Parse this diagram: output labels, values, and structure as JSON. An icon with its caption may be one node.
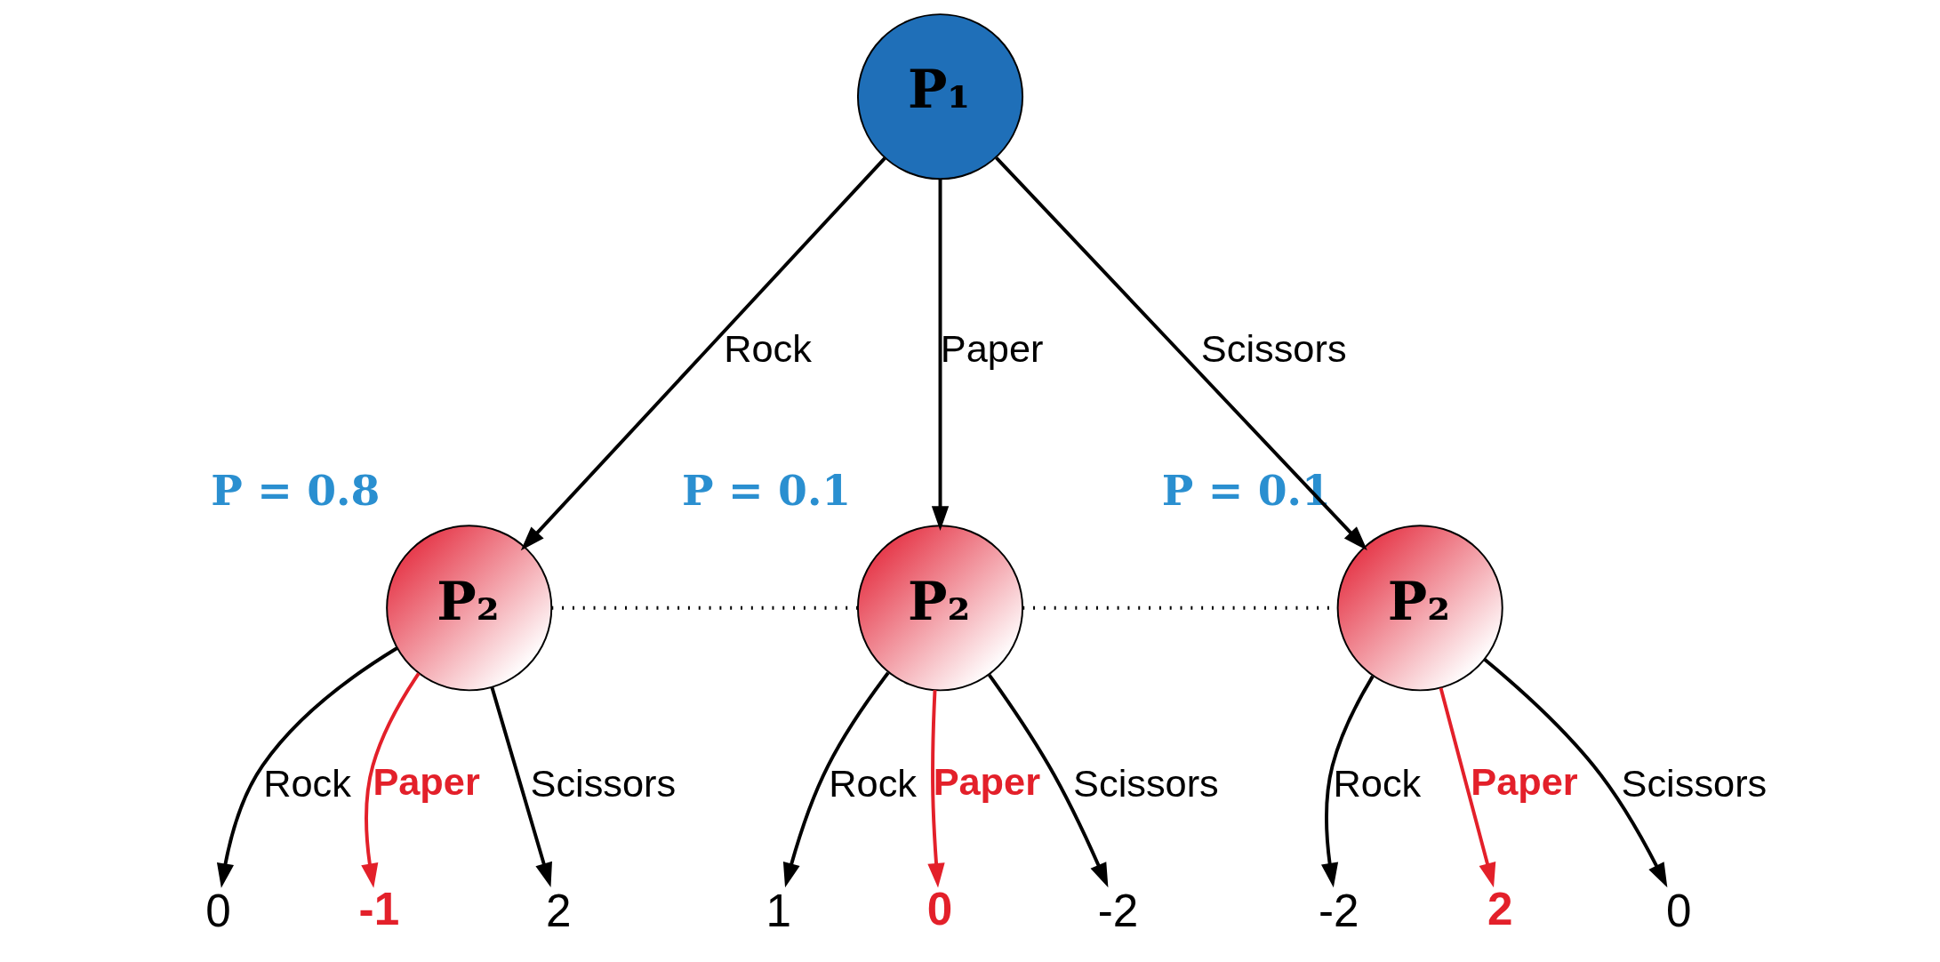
{
  "diagram": {
    "nodes": [
      {
        "text": [
          "P₁"
        ]
      },
      {
        "text": [
          "P₂"
        ],
        "beside": [
          "P = 0.8"
        ]
      },
      {
        "text": [
          "P₂"
        ],
        "beside": [
          "P = 0.1"
        ]
      },
      {
        "text": [
          "P₂"
        ],
        "beside": [
          "P = 0.1"
        ]
      },
      {
        "text": [
          "0"
        ]
      },
      {
        "text": [
          "-1"
        ]
      },
      {
        "text": [
          "2"
        ]
      },
      {
        "text": [
          "1"
        ]
      },
      {
        "text": [
          "0"
        ]
      },
      {
        "text": [
          "-2"
        ]
      },
      {
        "text": [
          "-2"
        ]
      },
      {
        "text": [
          "2"
        ]
      },
      {
        "text": [
          "0"
        ]
      }
    ],
    "edges": [
      {
        "from": 0,
        "to": 1,
        "arrow": "to",
        "label": "Rock"
      },
      {
        "from": 0,
        "to": 2,
        "arrow": "to",
        "label": "Paper"
      },
      {
        "from": 0,
        "to": 3,
        "arrow": "to",
        "label": "Scissors"
      },
      {
        "from": 1,
        "to": 2,
        "arrow": "none",
        "style": "dashed"
      },
      {
        "from": 2,
        "to": 3,
        "arrow": "none",
        "style": "dashed"
      },
      {
        "from": 1,
        "to": 4,
        "arrow": "to",
        "label": "Rock"
      },
      {
        "from": 1,
        "to": 5,
        "arrow": "to",
        "label": "Paper",
        "color": "#e3202a"
      },
      {
        "from": 1,
        "to": 6,
        "arrow": "to",
        "label": "Scissors"
      },
      {
        "from": 2,
        "to": 7,
        "arrow": "to",
        "label": "Rock"
      },
      {
        "from": 2,
        "to": 8,
        "arrow": "to",
        "label": "Paper",
        "color": "#e3202a"
      },
      {
        "from": 2,
        "to": 9,
        "arrow": "to",
        "label": "Scissors"
      },
      {
        "from": 3,
        "to": 10,
        "arrow": "to",
        "label": "Rock"
      },
      {
        "from": 3,
        "to": 11,
        "arrow": "to",
        "label": "Paper",
        "color": "#e3202a"
      },
      {
        "from": 3,
        "to": 12,
        "arrow": "to",
        "label": "Scissors"
      }
    ]
  }
}
